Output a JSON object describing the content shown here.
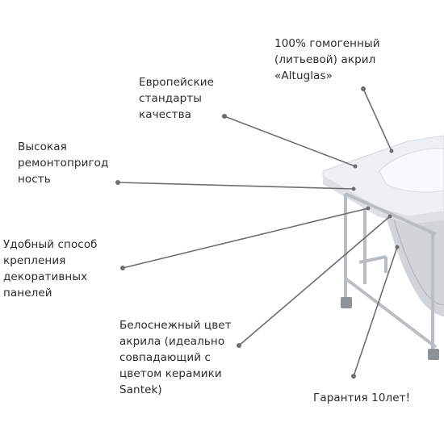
{
  "labels": {
    "acrylic": "100% гомогенный\n(литьевой) акрил\n«Altuglas»",
    "euro": "Европейские\nстандарты\nкачества",
    "repair": "Высокая\nремонтопригод\nность",
    "mount": "Удобный способ\nкрепления\nдекоративных\nпанелей",
    "white": "Белоснежный цвет\nакрила (идеально\nсовпадающий с\nцветом керамики\nSantek)",
    "warranty": "Гарантия 10лет!"
  },
  "colors": {
    "text": "#2b2b2b",
    "leader": "#6e6e6e",
    "dot": "#6e6e6e",
    "tub_rim": "#eef1f3",
    "tub_shadow": "#c9ced2",
    "frame": "#b9bec2"
  }
}
